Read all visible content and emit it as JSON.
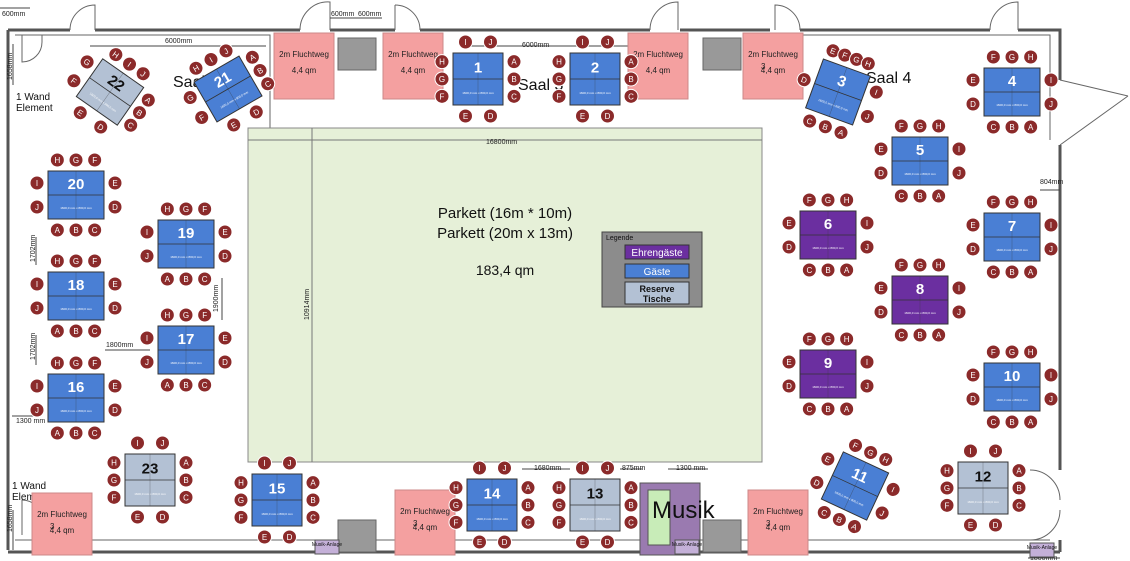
{
  "colors": {
    "guest": "#4a7fd4",
    "honor": "#6b2fa0",
    "reserve": "#b3c1d4",
    "seat": "#8b2a2a",
    "escape": "#f4a0a0",
    "parkett": "#e6f0d8",
    "legend_bg": "#8c8c8c"
  },
  "dims": {
    "top_600a": "600mm",
    "top_600b": "600mm",
    "top_600c": "600mm",
    "top_6000a": "6000mm",
    "top_6000b": "6000mm",
    "left_1658a": "1658mm",
    "left_1658b": "1658mm",
    "parkett_w": "16800mm",
    "parkett_h": "10914mm",
    "right_804": "804mm",
    "v_1702a": "1702mm",
    "v_1702b": "1702mm",
    "v_1900": "1900mm",
    "h_1800": "1800mm",
    "h_1300": "1300 mm",
    "b_1680": "1680mm",
    "b_875": "875mm",
    "b_1300": "1300 mm",
    "b_1800": "1800mm"
  },
  "labels": {
    "saal_left": "Saal 3",
    "saal_mid": "Saal 3",
    "saal_right": "Saal 4",
    "wand_top": [
      "1 Wand",
      "Element"
    ],
    "wand_bottom": [
      "1 Wand",
      "Element"
    ],
    "musik": "Musik"
  },
  "parkett": {
    "line1": "Parkett (16m * 10m)",
    "line2": "Parkett (20m x 13m)",
    "area": "183,4 qm"
  },
  "legend": {
    "title": "Legende",
    "ehren": "Ehrengäste",
    "gaeste": "Gäste",
    "reserve": [
      "Reserve",
      "Tische"
    ]
  },
  "escapes": [
    {
      "id": "e1",
      "title": "2m Fluchtweg",
      "area": "4,4 qm",
      "num": ""
    },
    {
      "id": "e2",
      "title": "2m Fluchtweg",
      "area": "4,4 qm",
      "num": ""
    },
    {
      "id": "e3",
      "title": "2m Fluchtweg",
      "area": "4,4 qm",
      "num": ""
    },
    {
      "id": "e4",
      "title": "2m Fluchtweg",
      "area": "4,4 qm",
      "num": "3"
    },
    {
      "id": "e5",
      "title": "2m Fluchtweg",
      "area": "4,4 qm",
      "num": "3"
    },
    {
      "id": "e6",
      "title": "2m Fluchtweg",
      "area": "4,4 qm",
      "num": "3"
    },
    {
      "id": "e7",
      "title": "2m Fluchtweg",
      "area": "4,4 qm",
      "num": "3"
    }
  ],
  "musik_anlage": "Musik-Anlage",
  "table_text": "1600,0 mm x 800,0 mm",
  "tables": [
    {
      "num": "1",
      "type": "guest",
      "seats_top": [
        "I",
        "J"
      ],
      "seats_bottom": [
        "E",
        "D"
      ],
      "seats_left": [
        "H",
        "G",
        "F"
      ],
      "seats_right": [
        "A",
        "B",
        "C"
      ]
    },
    {
      "num": "2",
      "type": "guest",
      "seats_top": [
        "I",
        "J"
      ],
      "seats_bottom": [
        "E",
        "D"
      ],
      "seats_left": [
        "H",
        "G",
        "F"
      ],
      "seats_right": [
        "A",
        "B",
        "C"
      ]
    },
    {
      "num": "3",
      "type": "guest",
      "seats_top": [
        "E",
        "F",
        "G",
        "H"
      ],
      "seats_bottom": [
        "C",
        "B",
        "A"
      ],
      "seats_left": [
        "D"
      ],
      "seats_right": [
        "I",
        "J"
      ]
    },
    {
      "num": "4",
      "type": "guest",
      "seats_top": [
        "F",
        "G",
        "H"
      ],
      "seats_bottom": [
        "C",
        "B",
        "A"
      ],
      "seats_left": [
        "E",
        "D"
      ],
      "seats_right": [
        "I",
        "J"
      ]
    },
    {
      "num": "5",
      "type": "guest",
      "seats_top": [
        "F",
        "G",
        "H"
      ],
      "seats_bottom": [
        "C",
        "B",
        "A"
      ],
      "seats_left": [
        "E",
        "D"
      ],
      "seats_right": [
        "I",
        "J"
      ]
    },
    {
      "num": "6",
      "type": "honor",
      "seats_top": [
        "F",
        "G",
        "H"
      ],
      "seats_bottom": [
        "C",
        "B",
        "A"
      ],
      "seats_left": [
        "E",
        "D"
      ],
      "seats_right": [
        "I",
        "J"
      ]
    },
    {
      "num": "7",
      "type": "guest",
      "seats_top": [
        "F",
        "G",
        "H"
      ],
      "seats_bottom": [
        "C",
        "B",
        "A"
      ],
      "seats_left": [
        "E",
        "D"
      ],
      "seats_right": [
        "I",
        "J"
      ]
    },
    {
      "num": "8",
      "type": "honor",
      "seats_top": [
        "F",
        "G",
        "H"
      ],
      "seats_bottom": [
        "C",
        "B",
        "A"
      ],
      "seats_left": [
        "E",
        "D"
      ],
      "seats_right": [
        "I",
        "J"
      ]
    },
    {
      "num": "9",
      "type": "honor",
      "seats_top": [
        "F",
        "G",
        "H"
      ],
      "seats_bottom": [
        "C",
        "B",
        "A"
      ],
      "seats_left": [
        "E",
        "D"
      ],
      "seats_right": [
        "I",
        "J"
      ]
    },
    {
      "num": "10",
      "type": "guest",
      "seats_top": [
        "F",
        "G",
        "H"
      ],
      "seats_bottom": [
        "C",
        "B",
        "A"
      ],
      "seats_left": [
        "E",
        "D"
      ],
      "seats_right": [
        "I",
        "J"
      ]
    },
    {
      "num": "11",
      "type": "guest",
      "seats_top": [
        "F",
        "G",
        "H"
      ],
      "seats_bottom": [
        "C",
        "B",
        "A"
      ],
      "seats_left": [
        "E",
        "D"
      ],
      "seats_right": [
        "I",
        "J"
      ]
    },
    {
      "num": "12",
      "type": "reserve",
      "seats_top": [
        "I",
        "J"
      ],
      "seats_bottom": [
        "E",
        "D"
      ],
      "seats_left": [
        "H",
        "G",
        "F"
      ],
      "seats_right": [
        "A",
        "B",
        "C"
      ]
    },
    {
      "num": "13",
      "type": "reserve",
      "seats_top": [
        "I",
        "J"
      ],
      "seats_bottom": [
        "E",
        "D"
      ],
      "seats_left": [
        "H",
        "G",
        "F"
      ],
      "seats_right": [
        "A",
        "B",
        "C"
      ]
    },
    {
      "num": "14",
      "type": "guest",
      "seats_top": [
        "I",
        "J"
      ],
      "seats_bottom": [
        "E",
        "D"
      ],
      "seats_left": [
        "H",
        "G",
        "F"
      ],
      "seats_right": [
        "A",
        "B",
        "C"
      ]
    },
    {
      "num": "15",
      "type": "guest",
      "seats_top": [
        "I",
        "J"
      ],
      "seats_bottom": [
        "E",
        "D"
      ],
      "seats_left": [
        "H",
        "G",
        "F"
      ],
      "seats_right": [
        "A",
        "B",
        "C"
      ]
    },
    {
      "num": "16",
      "type": "guest",
      "seats_top": [
        "H",
        "G",
        "F"
      ],
      "seats_bottom": [
        "A",
        "B",
        "C"
      ],
      "seats_left": [
        "I",
        "J"
      ],
      "seats_right": [
        "E",
        "D"
      ]
    },
    {
      "num": "17",
      "type": "guest",
      "seats_top": [
        "H",
        "G",
        "F"
      ],
      "seats_bottom": [
        "A",
        "B",
        "C"
      ],
      "seats_left": [
        "I",
        "J"
      ],
      "seats_right": [
        "E",
        "D"
      ]
    },
    {
      "num": "18",
      "type": "guest",
      "seats_top": [
        "H",
        "G",
        "F"
      ],
      "seats_bottom": [
        "A",
        "B",
        "C"
      ],
      "seats_left": [
        "I",
        "J"
      ],
      "seats_right": [
        "E",
        "D"
      ]
    },
    {
      "num": "19",
      "type": "guest",
      "seats_top": [
        "H",
        "G",
        "F"
      ],
      "seats_bottom": [
        "A",
        "B",
        "C"
      ],
      "seats_left": [
        "I",
        "J"
      ],
      "seats_right": [
        "E",
        "D"
      ]
    },
    {
      "num": "20",
      "type": "guest",
      "seats_top": [
        "H",
        "G",
        "F"
      ],
      "seats_bottom": [
        "A",
        "B",
        "C"
      ],
      "seats_left": [
        "I",
        "J"
      ],
      "seats_right": [
        "E",
        "D"
      ]
    },
    {
      "num": "21",
      "type": "guest",
      "seats_top": [
        "H",
        "I",
        "J"
      ],
      "seats_bottom": [
        "E",
        "D"
      ],
      "seats_left": [
        "G",
        "F"
      ],
      "seats_right": [
        "A",
        "B",
        "C"
      ]
    },
    {
      "num": "22",
      "type": "reserve",
      "seats_top": [
        "H",
        "I",
        "J"
      ],
      "seats_bottom": [
        "E",
        "D"
      ],
      "seats_left": [
        "G",
        "F"
      ],
      "seats_right": [
        "A",
        "B",
        "C"
      ]
    },
    {
      "num": "23",
      "type": "reserve",
      "seats_top": [
        "I",
        "J"
      ],
      "seats_bottom": [
        "E",
        "D"
      ],
      "seats_left": [
        "H",
        "G",
        "F"
      ],
      "seats_right": [
        "A",
        "B",
        "C"
      ]
    }
  ]
}
